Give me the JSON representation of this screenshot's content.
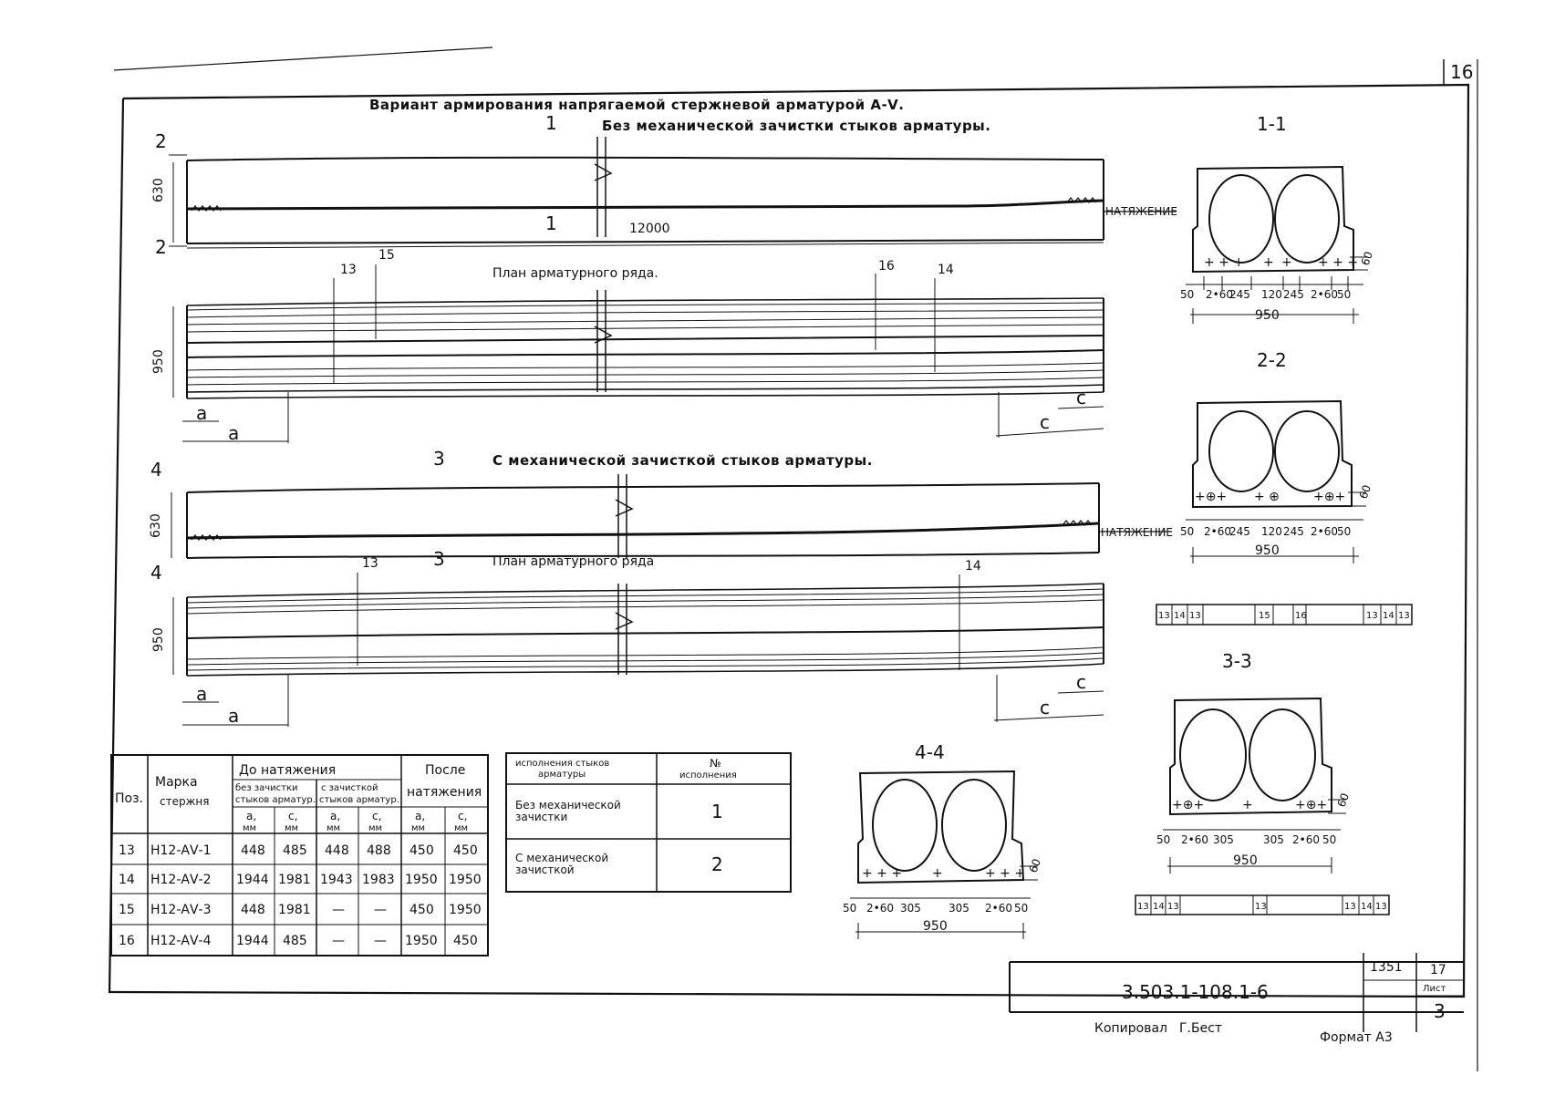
{
  "sheet_number": "16",
  "title": {
    "line1": "Вариант армирования напрягаемой стержневой арматурой А-Ⅴ.",
    "line2": "Без механической зачистки стыков арматуры."
  },
  "variant2_title": "С механической зачисткой стыков арматуры.",
  "plan_label_1": "План арматурного ряда.",
  "plan_label_2": "План арматурного ряда",
  "tension_label": "НАТЯЖЕНИЕ",
  "dims": {
    "height_630": "630",
    "height_950": "950",
    "length": "12000",
    "a": "a",
    "c": "c",
    "sec_marks": {
      "s1": "1",
      "s2": "2",
      "s3": "3",
      "s4": "4"
    }
  },
  "callouts": {
    "p13": "13",
    "p15": "15",
    "p16": "16",
    "p14": "14"
  },
  "sections": {
    "s11": {
      "label": "1-1",
      "dims": [
        "50",
        "2•60",
        "245",
        "120",
        "245",
        "2•60",
        "50"
      ],
      "total": "950",
      "h": "60"
    },
    "s22": {
      "label": "2-2",
      "dims": [
        "50",
        "2•60",
        "245",
        "120",
        "245",
        "2•60",
        "50"
      ],
      "total": "950",
      "h": "60"
    },
    "s33": {
      "label": "3-3",
      "dims": [
        "50",
        "2•60",
        "305",
        "305",
        "2•60",
        "50"
      ],
      "total": "950",
      "h": "60"
    },
    "s44": {
      "label": "4-4",
      "dims": [
        "50",
        "2•60",
        "305",
        "305",
        "2•60",
        "50"
      ],
      "total": "950",
      "h": "60"
    }
  },
  "strip1": [
    "13",
    "14",
    "13",
    "15",
    "16",
    "13",
    "14",
    "13"
  ],
  "strip2": [
    "13",
    "14",
    "13",
    "13",
    "13",
    "14",
    "13"
  ],
  "table1": {
    "h_pos": "Поз.",
    "h_mark_1": "Марка",
    "h_mark_2": "стержня",
    "h_before": "До натяжения",
    "h_no_clean_1": "без зачистки",
    "h_no_clean_2": "стыков арматур.",
    "h_clean_1": "с зачисткой",
    "h_clean_2": "стыков арматур.",
    "h_after_1": "После",
    "h_after_2": "натяжения",
    "h_a": "a,",
    "h_c": "c,",
    "h_mm": "мм",
    "rows": [
      {
        "pos": "13",
        "mark": "Н12-АⅤ-1",
        "a1": "448",
        "c1": "485",
        "a2": "448",
        "c2": "488",
        "a3": "450",
        "c3": "450"
      },
      {
        "pos": "14",
        "mark": "Н12-АⅤ-2",
        "a1": "1944",
        "c1": "1981",
        "a2": "1943",
        "c2": "1983",
        "a3": "1950",
        "c3": "1950"
      },
      {
        "pos": "15",
        "mark": "Н12-АⅤ-3",
        "a1": "448",
        "c1": "1981",
        "a2": "—",
        "c2": "—",
        "a3": "450",
        "c3": "1950"
      },
      {
        "pos": "16",
        "mark": "Н12-АⅤ-4",
        "a1": "1944",
        "c1": "485",
        "a2": "—",
        "c2": "—",
        "a3": "1950",
        "c3": "450"
      }
    ]
  },
  "table2": {
    "h1_1": "исполнения стыков",
    "h1_2": "арматуры",
    "h2_1": "№",
    "h2_2": "исполнения",
    "r1_1": "Без механической",
    "r1_2": "зачистки",
    "r1_n": "1",
    "r2_1": "С механической",
    "r2_2": "зачисткой",
    "r2_n": "2"
  },
  "stamp": {
    "code": "3.503.1-108.1-6",
    "num1": "1351",
    "num2": "17",
    "list_label": "Лист",
    "list_num": "3"
  },
  "footer": {
    "copied": "Копировал",
    "copier": "Г.Бест",
    "format": "Формат А3"
  }
}
